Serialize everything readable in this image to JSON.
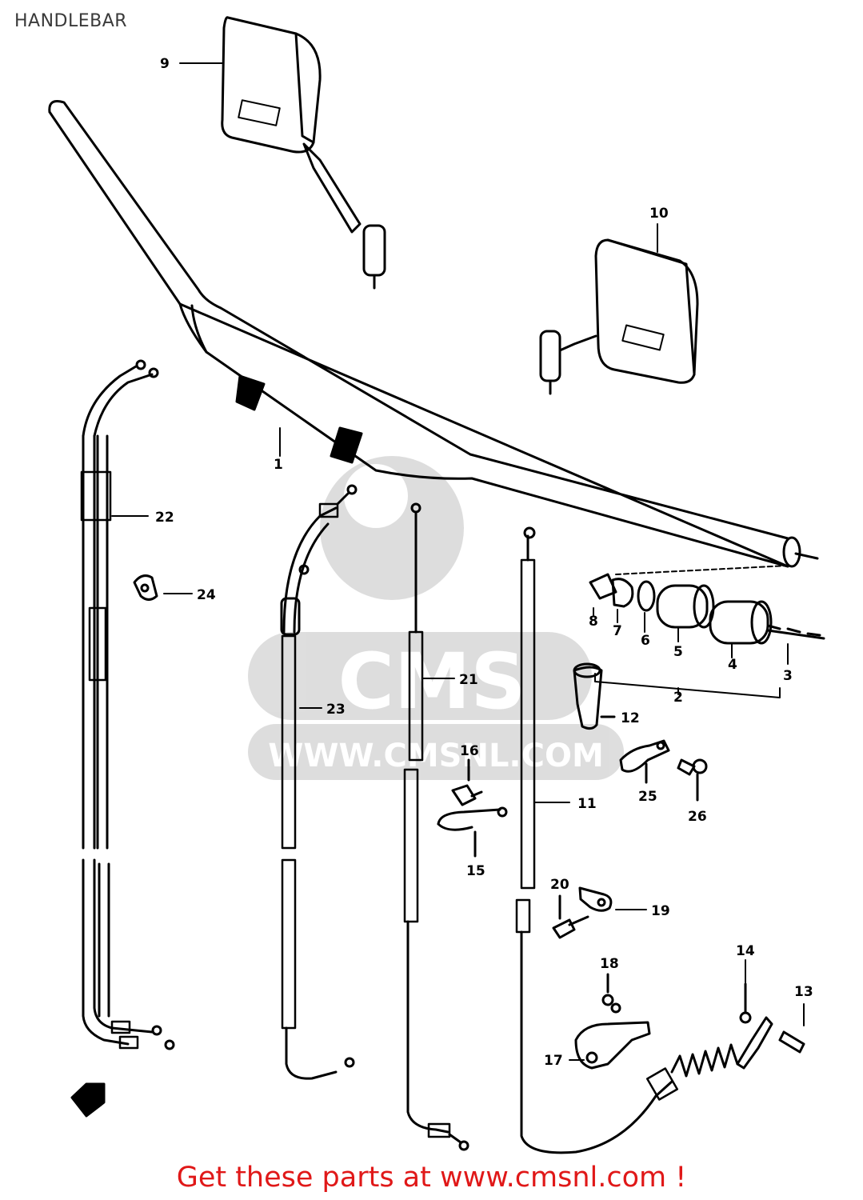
{
  "header": {
    "title": "HANDLEBAR"
  },
  "watermark": {
    "logo": "CMS",
    "url": "WWW.CMSNL.COM"
  },
  "callouts": {
    "c1": "1",
    "c2": "2",
    "c3": "3",
    "c4": "4",
    "c5": "5",
    "c6": "6",
    "c7": "7",
    "c8": "8",
    "c9": "9",
    "c10": "10",
    "c11": "11",
    "c12": "12",
    "c13": "13",
    "c14": "14",
    "c15": "15",
    "c16": "16",
    "c17": "17",
    "c18": "18",
    "c19": "19",
    "c20": "20",
    "c21": "21",
    "c22": "22",
    "c23": "23",
    "c24": "24",
    "c25": "25",
    "c26": "26"
  },
  "footer": {
    "text": "Get these parts at www.cmsnl.com !",
    "color": "#e01818"
  }
}
